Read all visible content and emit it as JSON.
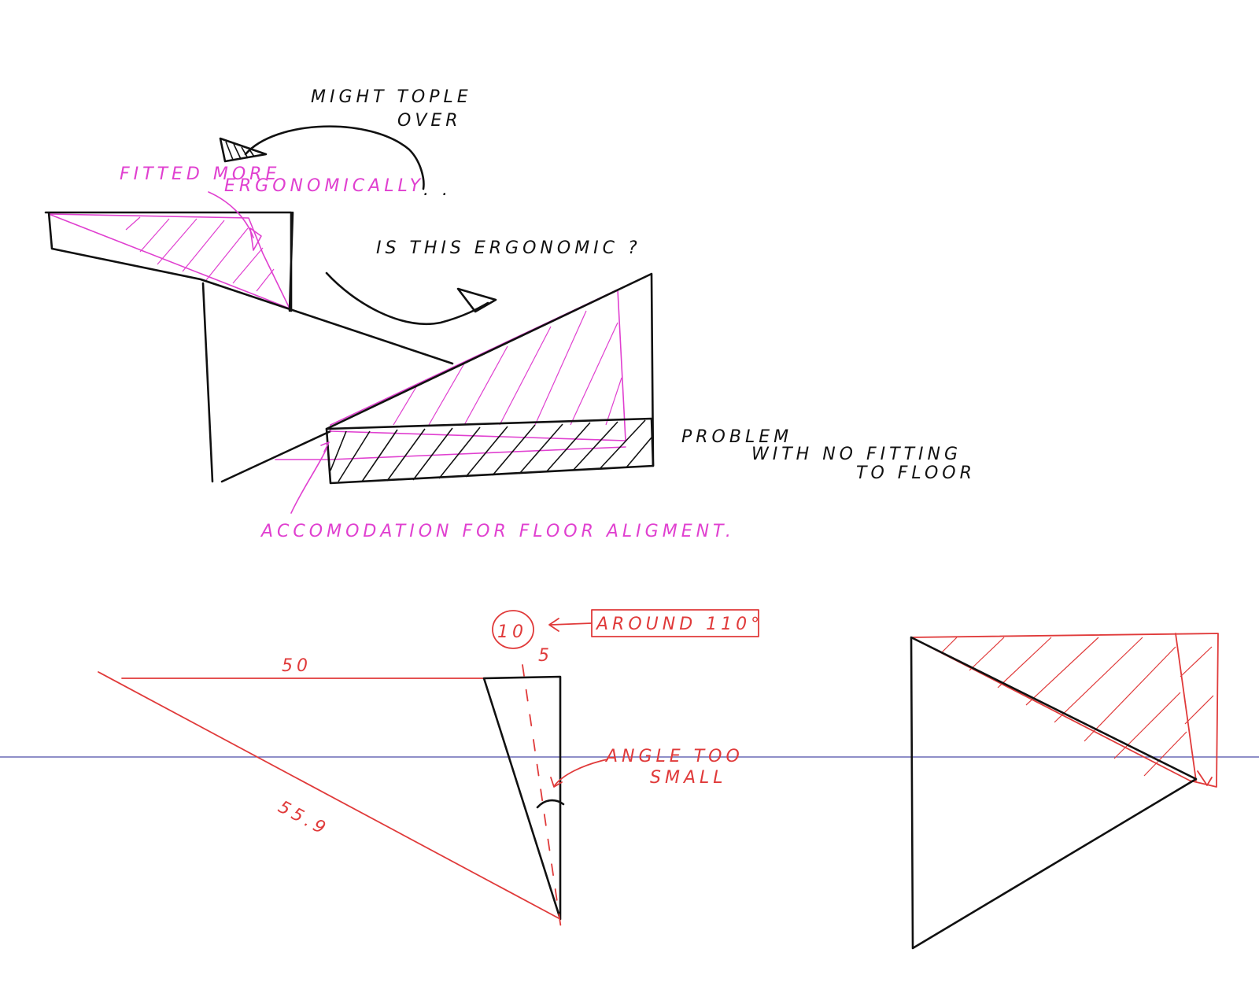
{
  "colors": {
    "ink": "#111111",
    "magenta": "#e040d0",
    "red": "#e03a3a",
    "guide_line": "#4a4aa8",
    "paper": "#ffffff"
  },
  "annotations": {
    "might_topple": [
      "MIGHT TOPLE",
      "OVER"
    ],
    "fitted_ergonomically": [
      "FITTED MORE",
      "ERGONOMICALLY"
    ],
    "is_this_ergonomic": "IS THIS ERGONOMIC ?",
    "problem_floor": [
      "PROBLEM",
      "WITH NO FITTING",
      "TO FLOOR"
    ],
    "floor_accommodation": "ACCOMODATION FOR FLOOR ALIGMENT."
  },
  "measurements": {
    "top_length": "50",
    "hypotenuse": "55.9",
    "circled_value": "10",
    "small_value": "5",
    "angle_box": "AROUND 110°",
    "angle_note": [
      "ANGLE TOO",
      "SMALL"
    ]
  }
}
